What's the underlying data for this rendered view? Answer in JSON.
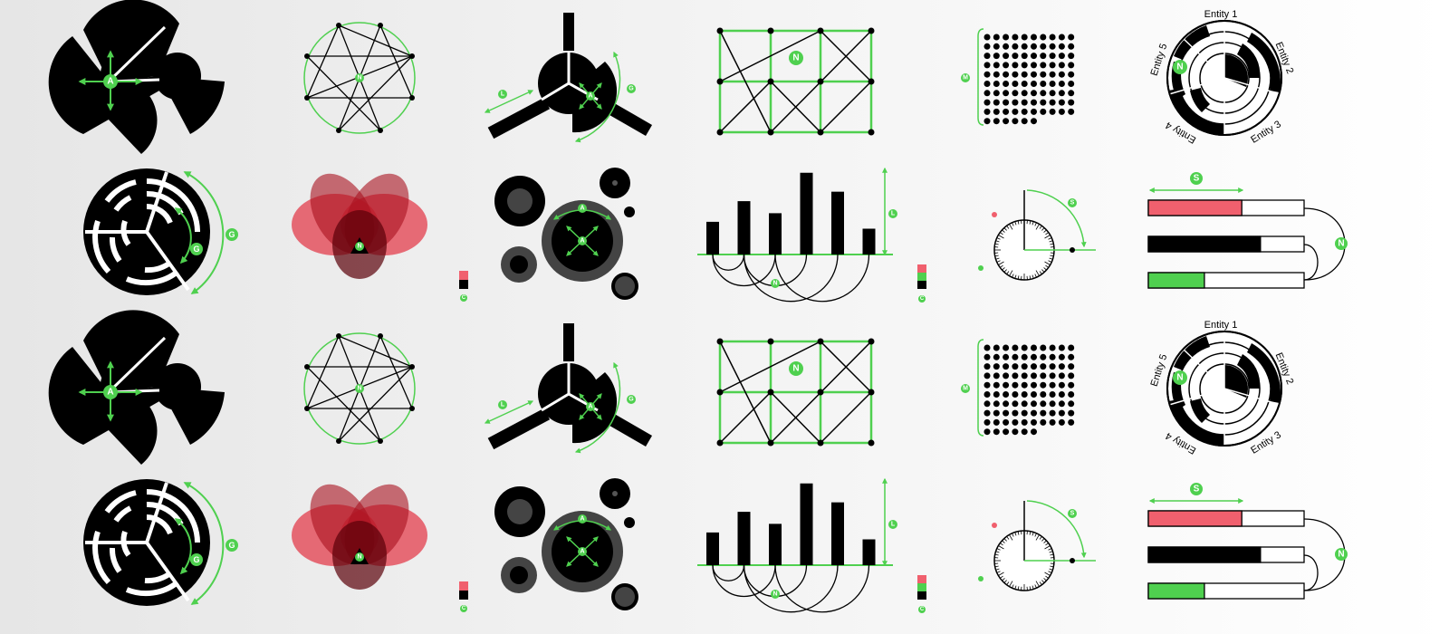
{
  "colors": {
    "accent": "#4fd04f",
    "ink": "#000000",
    "red": "#f0606e",
    "grey": "#404040"
  },
  "badges": {
    "angle": "A",
    "node": "N",
    "length": "L",
    "gap": "G",
    "color": "C",
    "size": "S",
    "matrix": "M"
  },
  "entities": [
    "Entity 1",
    "Entity 2",
    "Entity 3",
    "Entity 4",
    "Entity 5"
  ],
  "bar_chart": {
    "type": "bar",
    "values": [
      38,
      62,
      48,
      95,
      73,
      30
    ],
    "ylim": [
      0,
      100
    ]
  },
  "progress_bars": [
    {
      "color": "red",
      "fill": 0.6
    },
    {
      "color": "black",
      "fill": 0.72
    },
    {
      "color": "green",
      "fill": 0.36
    }
  ]
}
